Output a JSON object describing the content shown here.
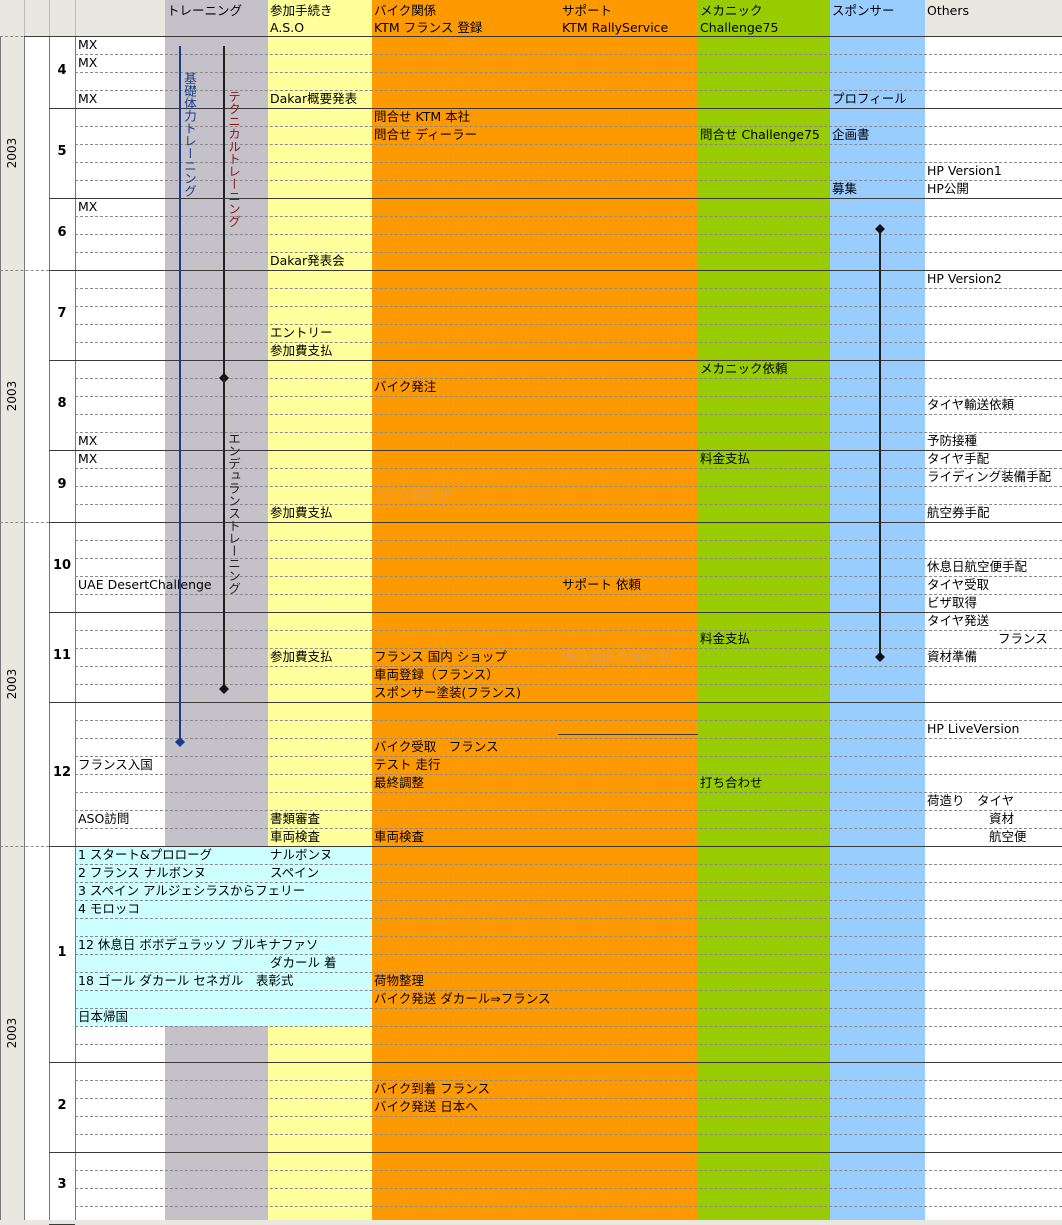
{
  "headers": [
    {
      "id": "training",
      "label": "トレーニング",
      "sub": ""
    },
    {
      "id": "entry",
      "label": "参加手続き",
      "sub": "A.S.O"
    },
    {
      "id": "bike",
      "label": "バイク関係",
      "sub": "KTM フランス 登録"
    },
    {
      "id": "support",
      "label": "サポート",
      "sub": "KTM RallyService"
    },
    {
      "id": "mechanic",
      "label": "メカニック",
      "sub": "Challenge75"
    },
    {
      "id": "sponsor",
      "label": "スポンサー",
      "sub": ""
    },
    {
      "id": "others",
      "label": "Others",
      "sub": ""
    }
  ],
  "years": [
    "2003",
    "2003",
    "2003",
    "2003"
  ],
  "months": [
    "4",
    "5",
    "6",
    "7",
    "8",
    "9",
    "10",
    "11",
    "12",
    "1",
    "2",
    "3"
  ],
  "vertical_labels": {
    "basic": "基礎体力トレーニング",
    "technical": "テクニカルトレーニング",
    "endurance": "エンデュランストレーニング"
  },
  "cells": [
    {
      "row": 0,
      "col": "a",
      "text": "MX"
    },
    {
      "row": 1,
      "col": "a",
      "text": "MX"
    },
    {
      "row": 3,
      "col": "a",
      "text": "MX"
    },
    {
      "row": 3,
      "col": "entry",
      "text": "Dakar概要発表"
    },
    {
      "row": 3,
      "col": "sponsor",
      "text": "プロフィール"
    },
    {
      "row": 4,
      "col": "bike",
      "text": "問合せ KTM 本社"
    },
    {
      "row": 5,
      "col": "bike",
      "text": "問合せ ディーラー"
    },
    {
      "row": 5,
      "col": "mechanic",
      "text": "問合せ Challenge75"
    },
    {
      "row": 5,
      "col": "sponsor",
      "text": "企画書"
    },
    {
      "row": 7,
      "col": "others",
      "text": "HP Version1"
    },
    {
      "row": 8,
      "col": "sponsor",
      "text": "募集"
    },
    {
      "row": 8,
      "col": "others",
      "text": "HP公開"
    },
    {
      "row": 9,
      "col": "a",
      "text": "MX"
    },
    {
      "row": 12,
      "col": "entry",
      "text": "Dakar発表会"
    },
    {
      "row": 13,
      "col": "others",
      "text": "HP Version2"
    },
    {
      "row": 16,
      "col": "entry",
      "text": "エントリー"
    },
    {
      "row": 17,
      "col": "entry",
      "text": "参加費支払"
    },
    {
      "row": 18,
      "col": "mechanic",
      "text": "メカニック依頼"
    },
    {
      "row": 19,
      "col": "bike",
      "text": "バイク発注"
    },
    {
      "row": 20,
      "col": "others",
      "text": "タイヤ輸送依頼"
    },
    {
      "row": 22,
      "col": "a",
      "text": "MX"
    },
    {
      "row": 22,
      "col": "others",
      "text": "予防接種"
    },
    {
      "row": 23,
      "col": "a",
      "text": "MX"
    },
    {
      "row": 23,
      "col": "mechanic",
      "text": "料金支払"
    },
    {
      "row": 23,
      "col": "others",
      "text": "タイヤ手配"
    },
    {
      "row": 24,
      "col": "others",
      "text": "ライディング装備手配"
    },
    {
      "row": 26,
      "col": "entry",
      "text": "参加費支払"
    },
    {
      "row": 26,
      "col": "others",
      "text": "航空券手配"
    },
    {
      "row": 29,
      "col": "others",
      "text": "休息日航空便手配"
    },
    {
      "row": 30,
      "col": "a",
      "text": "UAE DesertChallenge"
    },
    {
      "row": 30,
      "col": "support",
      "text": "サポート 依頼"
    },
    {
      "row": 30,
      "col": "others",
      "text": "タイヤ受取"
    },
    {
      "row": 31,
      "col": "others",
      "text": "ビザ取得"
    },
    {
      "row": 32,
      "col": "others",
      "text": "タイヤ発送"
    },
    {
      "row": 33,
      "col": "mechanic",
      "text": "料金支払"
    },
    {
      "row": 33,
      "col": "others2",
      "text": "フランス"
    },
    {
      "row": 34,
      "col": "entry",
      "text": "参加費支払"
    },
    {
      "row": 34,
      "col": "bike",
      "text": "フランス 国内 ショップ"
    },
    {
      "row": 34,
      "col": "others",
      "text": "資材準備"
    },
    {
      "row": 35,
      "col": "bike",
      "text": "車両登録（フランス）"
    },
    {
      "row": 36,
      "col": "bike",
      "text": "スポンサー塗装(フランス)"
    },
    {
      "row": 38,
      "col": "others",
      "text": "HP LiveVersion"
    },
    {
      "row": 39,
      "col": "bike",
      "text": "バイク受取　フランス"
    },
    {
      "row": 40,
      "col": "a",
      "text": "フランス入国"
    },
    {
      "row": 40,
      "col": "bike",
      "text": "テスト 走行"
    },
    {
      "row": 41,
      "col": "bike",
      "text": "最終調整"
    },
    {
      "row": 41,
      "col": "mechanic",
      "text": "打ち合わせ"
    },
    {
      "row": 42,
      "col": "others",
      "text": "荷造り　タイヤ"
    },
    {
      "row": 43,
      "col": "a",
      "text": "ASO訪問"
    },
    {
      "row": 43,
      "col": "entry",
      "text": "書類審査"
    },
    {
      "row": 43,
      "col": "others3",
      "text": "資材"
    },
    {
      "row": 44,
      "col": "entry",
      "text": "車両検査"
    },
    {
      "row": 44,
      "col": "bike",
      "text": "車両検査"
    },
    {
      "row": 44,
      "col": "others3",
      "text": "航空便"
    },
    {
      "row": 45,
      "col": "a",
      "text": "1 スタート&プロローグ"
    },
    {
      "row": 45,
      "col": "entry",
      "text": "ナルボンヌ"
    },
    {
      "row": 46,
      "col": "a",
      "text": "2 フランス ナルボンヌ"
    },
    {
      "row": 46,
      "col": "entry",
      "text": "スペイン"
    },
    {
      "row": 47,
      "col": "a",
      "text": "3 スペイン アルジェシラスからフェリー"
    },
    {
      "row": 48,
      "col": "a",
      "text": "4 モロッコ"
    },
    {
      "row": 50,
      "col": "a",
      "text": "12 休息日 ボボデュラッソ ブルキナファソ"
    },
    {
      "row": 51,
      "col": "entry",
      "text": "ダカール 着"
    },
    {
      "row": 52,
      "col": "a",
      "text": "18 ゴール ダカール セネガル　表彰式"
    },
    {
      "row": 52,
      "col": "bike",
      "text": "荷物整理"
    },
    {
      "row": 53,
      "col": "bike",
      "text": "バイク発送 ダカール⇒フランス"
    },
    {
      "row": 54,
      "col": "a",
      "text": "日本帰国"
    },
    {
      "row": 58,
      "col": "bike",
      "text": "バイク到着 フランス"
    },
    {
      "row": 59,
      "col": "bike",
      "text": "バイク発送 日本へ"
    }
  ],
  "faint_cells": [
    {
      "row": 25,
      "col": "bike",
      "text": "バイク発送 JP"
    },
    {
      "row": 34,
      "col": "support",
      "text": "Package Order 10"
    }
  ],
  "colors": {
    "training": "#c4c2c8",
    "entry": "#ffff9c",
    "bike": "#ff9900",
    "mechanic": "#99cc00",
    "sponsor": "#99ccff",
    "rally": "#ccffff",
    "blue_line": "#1a3c8c",
    "maroon_text": "#8b1a1a"
  }
}
